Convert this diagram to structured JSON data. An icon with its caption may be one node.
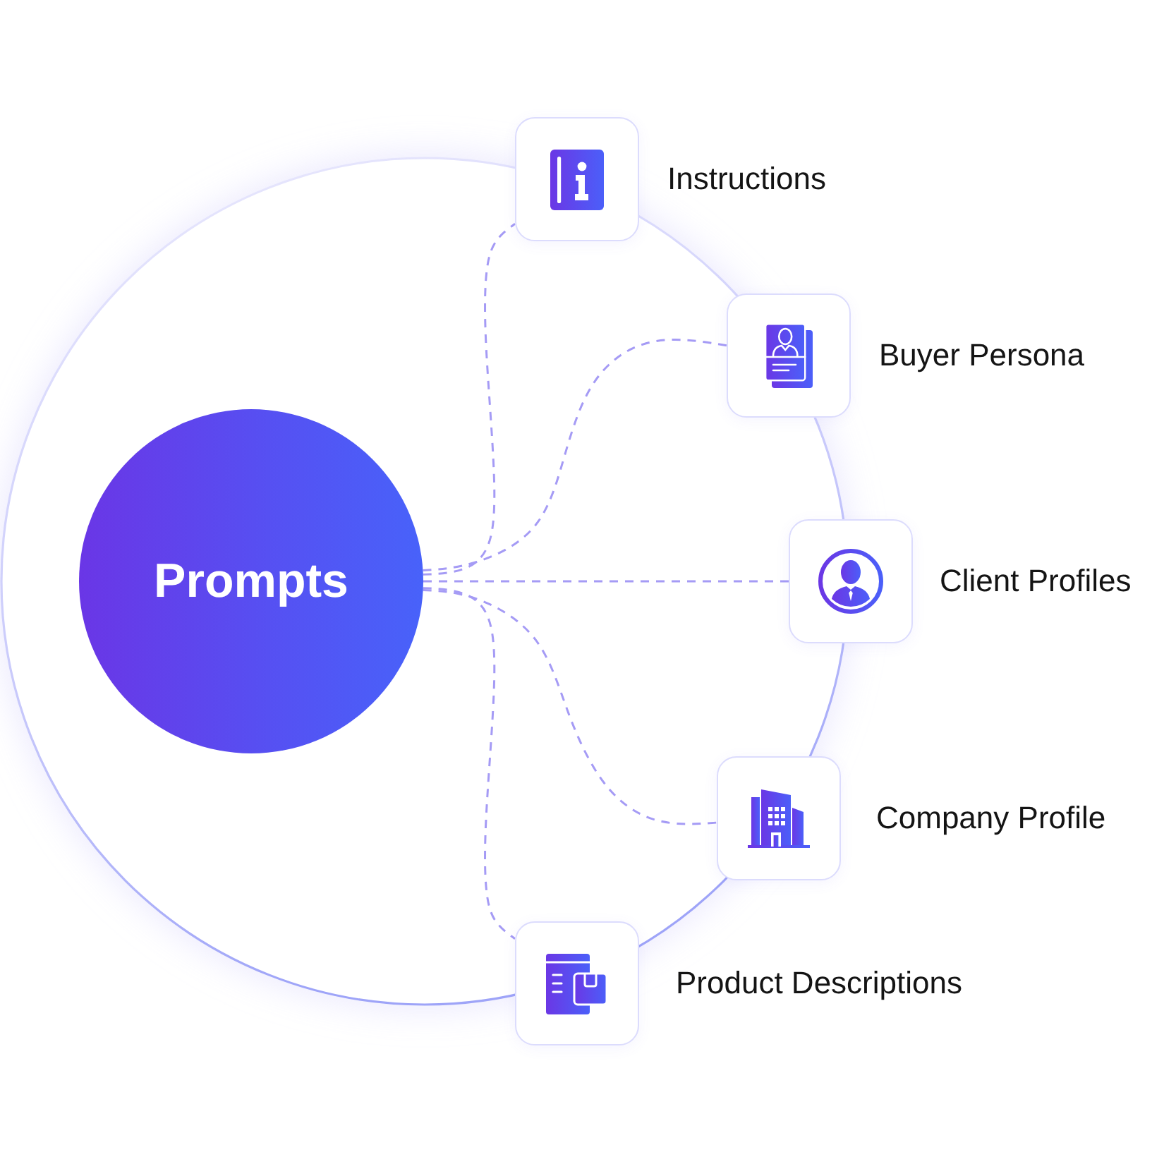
{
  "diagram": {
    "nodes": [
      {
        "text": [
          "Prompts"
        ]
      },
      {
        "text": [
          "Instructions"
        ]
      },
      {
        "text": [
          "Buyer Persona"
        ]
      },
      {
        "text": [
          "Client Profiles"
        ]
      },
      {
        "text": [
          "Company Profile"
        ]
      },
      {
        "text": [
          "Product Descriptions"
        ]
      }
    ],
    "edges": [
      {
        "from": 0,
        "to": 1,
        "arrow": "none",
        "style": "dashed"
      },
      {
        "from": 0,
        "to": 2,
        "arrow": "none",
        "style": "dashed"
      },
      {
        "from": 0,
        "to": 3,
        "arrow": "none",
        "style": "dashed"
      },
      {
        "from": 0,
        "to": 4,
        "arrow": "none",
        "style": "dashed"
      },
      {
        "from": 0,
        "to": 5,
        "arrow": "none",
        "style": "dashed"
      }
    ]
  }
}
